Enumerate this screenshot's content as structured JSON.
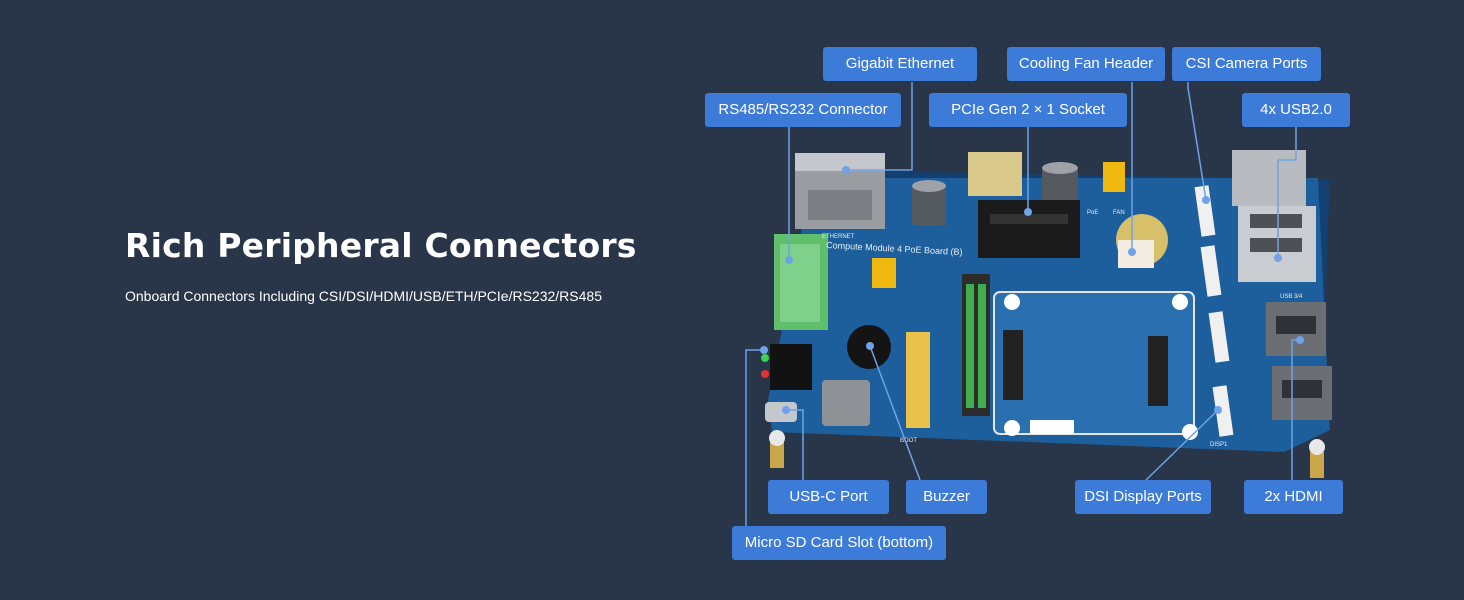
{
  "heading": "Rich Peripheral Connectors",
  "subheading": "Onboard Connectors Including CSI/DSI/HDMI/USB/ETH/PCIe/RS232/RS485",
  "labels": {
    "gigabit_ethernet": "Gigabit Ethernet",
    "cooling_fan_header": "Cooling Fan Header",
    "csi_camera_ports": "CSI Camera Ports",
    "rs485_rs232": "RS485/RS232 Connector",
    "pcie": "PCIe Gen 2 × 1 Socket",
    "usb2": "4x USB2.0",
    "usb_c": "USB-C Port",
    "buzzer": "Buzzer",
    "dsi": "DSI Display Ports",
    "hdmi": "2x HDMI",
    "micro_sd": "Micro SD Card Slot (bottom)"
  },
  "board_silkscreen": {
    "title": "Compute Module 4 PoE Board (B)",
    "ethernet": "ETHERNET",
    "usb34": "USB 3/4",
    "disp1": "DISP1",
    "boot": "BOOT",
    "poe": "PoE",
    "fan": "FAN"
  },
  "colors": {
    "background": "#293548",
    "label": "#3d7bd9",
    "board": "#1d5f9c",
    "leader": "#6fa2e6"
  }
}
